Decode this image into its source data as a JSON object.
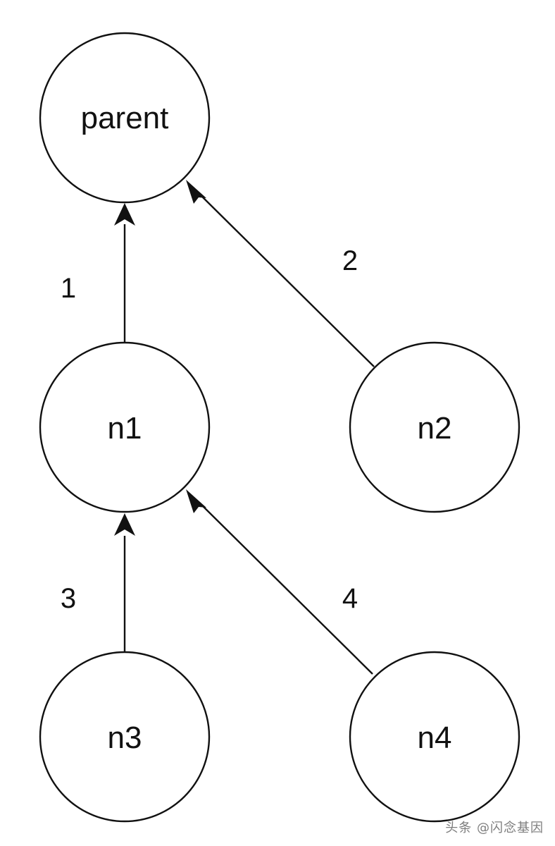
{
  "nodes": [
    {
      "id": "parent",
      "label": "parent"
    },
    {
      "id": "n1",
      "label": "n1"
    },
    {
      "id": "n2",
      "label": "n2"
    },
    {
      "id": "n3",
      "label": "n3"
    },
    {
      "id": "n4",
      "label": "n4"
    }
  ],
  "edges": [
    {
      "from": "n1",
      "to": "parent",
      "label": "1"
    },
    {
      "from": "n2",
      "to": "parent",
      "label": "2"
    },
    {
      "from": "n3",
      "to": "n1",
      "label": "3"
    },
    {
      "from": "n4",
      "to": "n1",
      "label": "4"
    }
  ],
  "colors": {
    "stroke": "#111111",
    "background": "#ffffff",
    "watermark": "#7d7d7d"
  },
  "watermark": "头条 @闪念基因"
}
